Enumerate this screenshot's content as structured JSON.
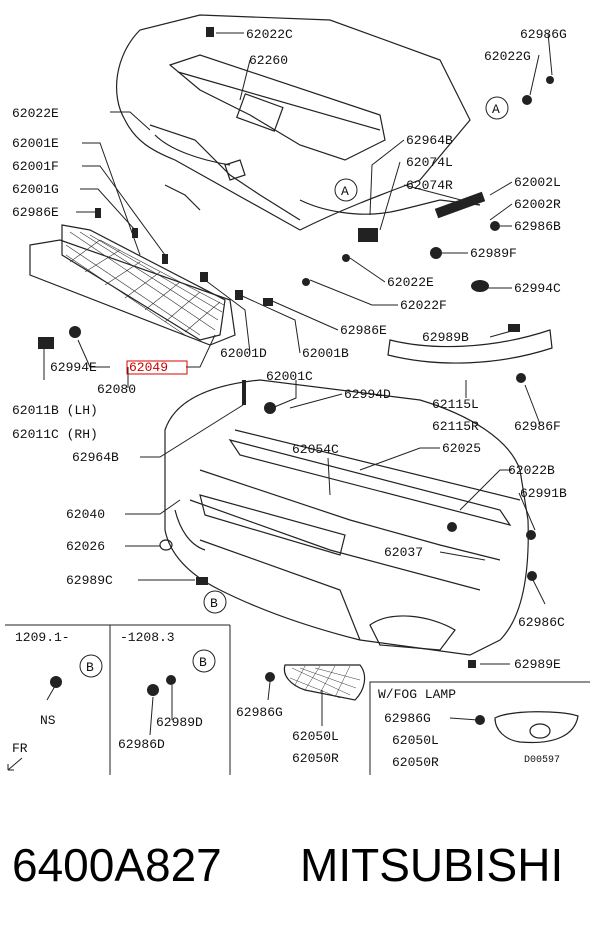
{
  "callouts": {
    "c62022C": "62022C",
    "c62260": "62260",
    "c62986G_top": "62986G",
    "c62022G": "62022G",
    "c62022E_a": "62022E",
    "c62964B_a": "62964B",
    "c62001E": "62001E",
    "c62074L": "62074L",
    "c62001F": "62001F",
    "c62074R": "62074R",
    "c62002L": "62002L",
    "c62001G": "62001G",
    "c62002R": "62002R",
    "c62986E_a": "62986E",
    "c62986B": "62986B",
    "c62989F": "62989F",
    "c62022E_b": "62022E",
    "c62994C": "62994C",
    "c62022F": "62022F",
    "c62986E_b": "62986E",
    "c62989B": "62989B",
    "c62994E": "62994E",
    "c62049": "62049",
    "c62001D": "62001D",
    "c62001B": "62001B",
    "c62080": "62080",
    "c62001C": "62001C",
    "c62994D": "62994D",
    "c62115L": "62115L",
    "c62115R": "62115R",
    "c62986F": "62986F",
    "c62011B": "62011B (LH)",
    "c62011C": "62011C (RH)",
    "c62964B_b": "62964B",
    "c62054C": "62054C",
    "c62025": "62025",
    "c62022B": "62022B",
    "c62991B": "62991B",
    "c62040": "62040",
    "c62026": "62026",
    "c62037": "62037",
    "c62989C": "62989C",
    "c62986C": "62986C",
    "c62989E": "62989E",
    "c62986G_b": "62986G",
    "c62050L_a": "62050L",
    "c62050R_a": "62050R",
    "c62989D": "62989D",
    "c62986D": "62986D",
    "c62986G_c": "62986G",
    "c62050L_b": "62050L",
    "c62050R_b": "62050R"
  },
  "refs": {
    "A": "A",
    "B": "B"
  },
  "inset": {
    "from_date": "1209.1-",
    "to_date": "-1208.3",
    "ns": "NS",
    "fog_title": "W/FOG LAMP",
    "code": "D00597",
    "front_label": "FR"
  },
  "footer": {
    "part_number": "6400A827",
    "brand": "MITSUBISHI"
  }
}
